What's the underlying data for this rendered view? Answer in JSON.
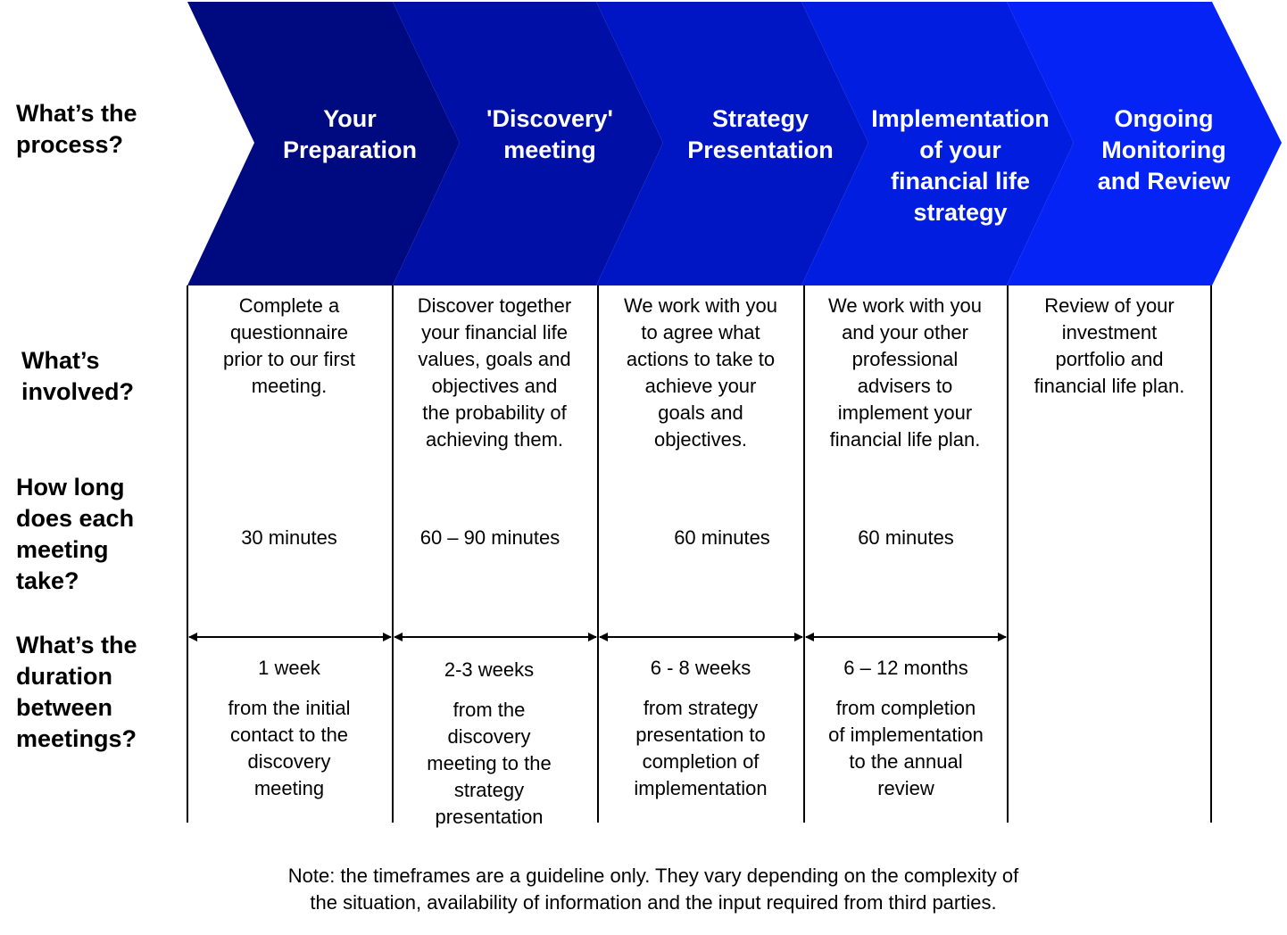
{
  "row_labels": {
    "process": "What’s the\nprocess?",
    "involved": "What’s\ninvolved?",
    "how_long": "How long\ndoes each\nmeeting\ntake?",
    "duration": "What’s the\nduration\nbetween\nmeetings?"
  },
  "stages": [
    {
      "title": "Your\nPreparation",
      "involved": "Complete a\nquestionnaire\nprior to our first\nmeeting.",
      "time": "30 minutes",
      "color": "#000a80"
    },
    {
      "title": "'Discovery'\nmeeting",
      "involved": "Discover together\nyour financial life\nvalues, goals and\nobjectives and\nthe probability of\nachieving them.",
      "time": "60 – 90 minutes",
      "color": "#0010a6"
    },
    {
      "title": "Strategy\nPresentation",
      "involved": "We work with you\nto agree what\nactions to take to\nachieve your\ngoals and\nobjectives.",
      "time": "60 minutes",
      "color": "#0016c5"
    },
    {
      "title": "Implementation\nof your\nfinancial life\nstrategy",
      "involved": "We work with you\nand your other\nprofessional\nadvisers to\nimplement your\nfinancial life plan.",
      "time": "60 minutes",
      "color": "#001de0"
    },
    {
      "title": "Ongoing\nMonitoring\nand Review",
      "involved": "Review of your\ninvestment\nportfolio and\nfinancial life plan.",
      "time": "",
      "color": "#0523f5"
    }
  ],
  "durations": [
    {
      "period": "1 week",
      "desc": "from the initial\ncontact to the\ndiscovery\nmeeting"
    },
    {
      "period": "2-3 weeks",
      "desc": "from the\ndiscovery\nmeeting to the\nstrategy\npresentation"
    },
    {
      "period": "6 - 8 weeks",
      "desc": "from strategy\npresentation to\ncompletion of\nimplementation"
    },
    {
      "period": "6 – 12 months",
      "desc": "from completion\nof implementation\nto the annual\nreview"
    }
  ],
  "note": "Note: the timeframes are a guideline only. They vary depending on the complexity of\nthe situation, availability of information and the input required from third parties."
}
